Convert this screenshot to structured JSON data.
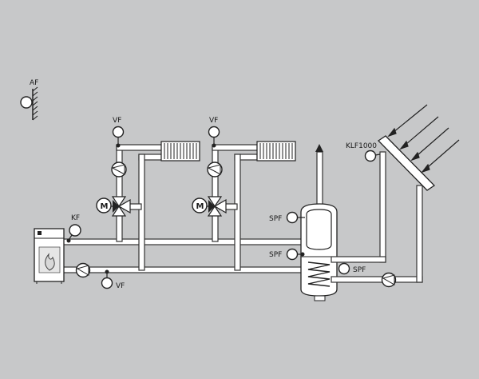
{
  "labels": {
    "af": "AF",
    "vf_circuit1": "VF",
    "vf_circuit2": "VF",
    "vf_boiler": "VF",
    "kf": "KF",
    "klf1000": "KLF1000",
    "spf_top": "SPF",
    "spf_mid": "SPF",
    "spf_coil": "SPF",
    "mixer_motor1": "M",
    "mixer_motor2": "M"
  },
  "colors": {
    "background": "#c7c8c9",
    "pipe_fill": "#ffffff",
    "line": "#333333",
    "flame": "#d8d8d8"
  },
  "icons": [
    "outdoor-sensor-icon",
    "pump-icon",
    "mixing-valve-icon",
    "radiator-icon",
    "boiler-icon",
    "flame-icon",
    "solar-collector-icon",
    "storage-tank-icon",
    "heat-exchanger-coil-icon",
    "vent-arrow-icon"
  ]
}
